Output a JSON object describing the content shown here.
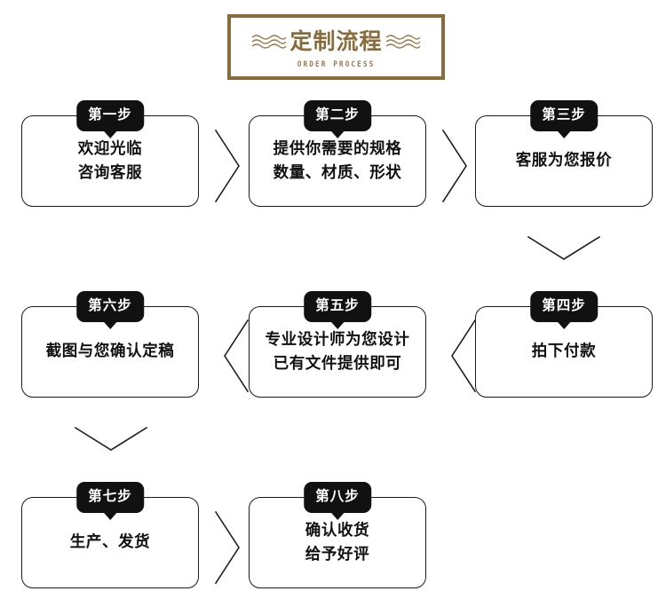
{
  "header": {
    "title": "定制流程",
    "subtitle": "ORDER PROCESS",
    "wave_left": "wave-decoration-left",
    "wave_right": "wave-decoration-right",
    "brand_color": "#8a6c3c",
    "frame_border_color": "#8a6c3c"
  },
  "theme": {
    "badge_bg": "#111111",
    "badge_text": "#ffffff",
    "card_border": "#1a1a1a",
    "card_bg": "#ffffff",
    "body_text": "#111111",
    "page_bg": "#ffffff"
  },
  "steps": [
    {
      "id": "step-1",
      "badge": "第一步",
      "lines": [
        "欢迎光临",
        "咨询客服"
      ]
    },
    {
      "id": "step-2",
      "badge": "第二步",
      "lines": [
        "提供你需要的规格",
        "数量、材质、形状"
      ]
    },
    {
      "id": "step-3",
      "badge": "第三步",
      "lines": [
        "客服为您报价"
      ]
    },
    {
      "id": "step-4",
      "badge": "第四步",
      "lines": [
        "拍下付款"
      ]
    },
    {
      "id": "step-5",
      "badge": "第五步",
      "lines": [
        "专业设计师为您设计",
        "已有文件提供即可"
      ]
    },
    {
      "id": "step-6",
      "badge": "第六步",
      "lines": [
        "截图与您确认定稿"
      ]
    },
    {
      "id": "step-7",
      "badge": "第七步",
      "lines": [
        "生产、发货"
      ]
    },
    {
      "id": "step-8",
      "badge": "第八步",
      "lines": [
        "确认收货",
        "给予好评"
      ]
    }
  ],
  "connectors": [
    {
      "id": "connector-1-to-2",
      "direction": "right"
    },
    {
      "id": "connector-2-to-3",
      "direction": "right"
    },
    {
      "id": "connector-3-to-4",
      "direction": "down"
    },
    {
      "id": "connector-4-to-5",
      "direction": "left"
    },
    {
      "id": "connector-5-to-6",
      "direction": "left"
    },
    {
      "id": "connector-6-to-7",
      "direction": "down"
    },
    {
      "id": "connector-7-to-8",
      "direction": "right"
    }
  ]
}
